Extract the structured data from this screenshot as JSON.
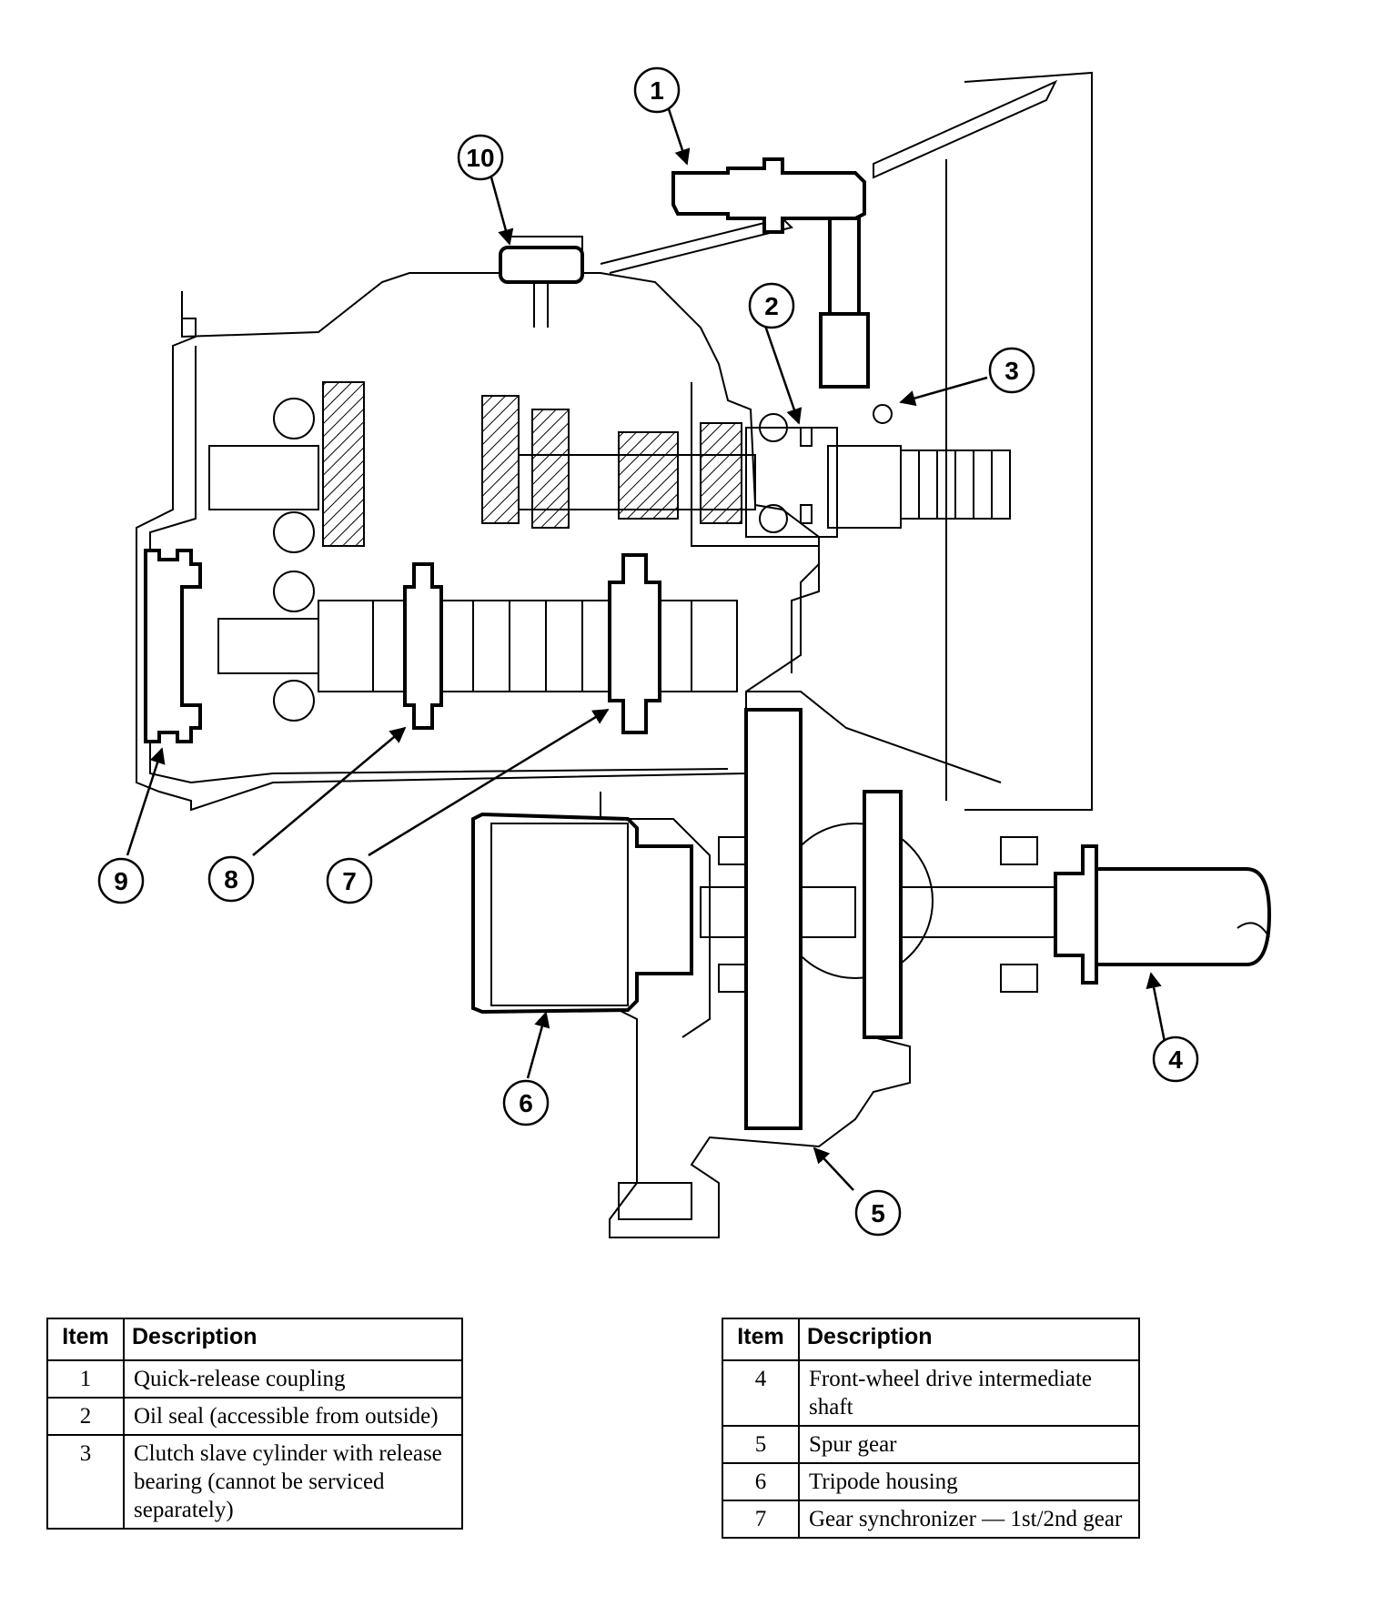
{
  "callouts": [
    "1",
    "2",
    "3",
    "4",
    "5",
    "6",
    "7",
    "8",
    "9",
    "10"
  ],
  "legend_left": {
    "header_item": "Item",
    "header_description": "Description",
    "rows": [
      {
        "item": "1",
        "description": "Quick-release coupling"
      },
      {
        "item": "2",
        "description": "Oil seal (accessible from outside)"
      },
      {
        "item": "3",
        "description": "Clutch slave cylinder with release bearing (cannot be serviced separately)"
      }
    ]
  },
  "legend_right": {
    "header_item": "Item",
    "header_description": "Description",
    "rows": [
      {
        "item": "4",
        "description": "Front-wheel drive intermediate shaft"
      },
      {
        "item": "5",
        "description": "Spur gear"
      },
      {
        "item": "6",
        "description": "Tripode housing"
      },
      {
        "item": "7",
        "description": "Gear synchronizer — 1st/2nd gear"
      }
    ]
  }
}
